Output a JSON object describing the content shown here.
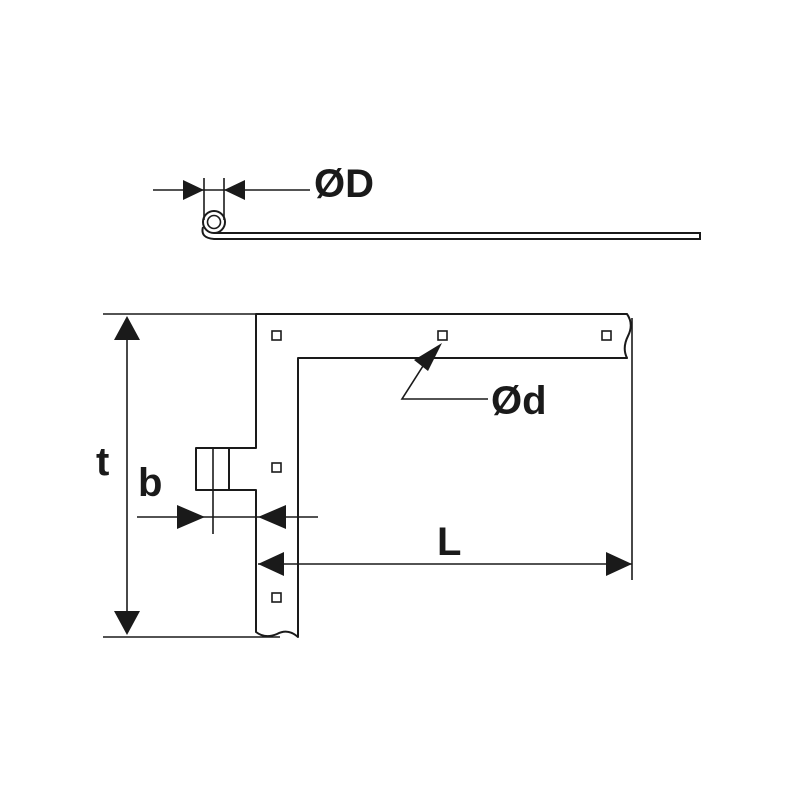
{
  "labels": {
    "outer_diameter": "ØD",
    "hole_diameter": "Ød",
    "thickness": "t",
    "width": "b",
    "length": "L"
  },
  "colors": {
    "line": "#1a1a1a",
    "background": "#ffffff"
  }
}
